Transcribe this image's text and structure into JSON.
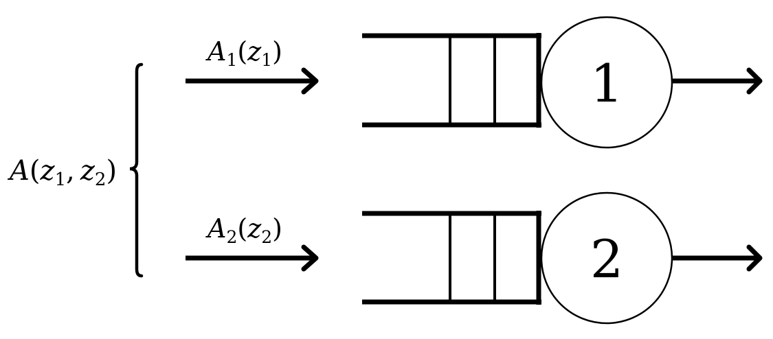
{
  "joint_arrival": {
    "name": "A",
    "open": "(",
    "var1": "z",
    "sub1": "1",
    "sep": ",",
    "var2": "z",
    "sub2": "2",
    "close": ")"
  },
  "streams": [
    {
      "name": "A",
      "sub": "1",
      "open": "(",
      "var": "z",
      "var_sub": "1",
      "close": ")",
      "server_label": "1"
    },
    {
      "name": "A",
      "sub": "2",
      "open": "(",
      "var": "z",
      "var_sub": "2",
      "close": ")",
      "server_label": "2"
    }
  ],
  "colors": {
    "stroke": "#000000",
    "background": "#ffffff"
  }
}
